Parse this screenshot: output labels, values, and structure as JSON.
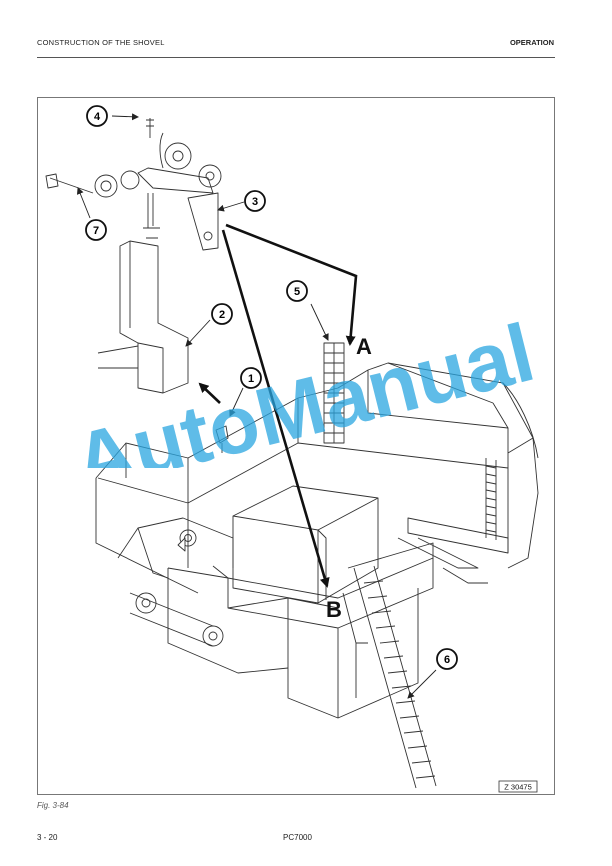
{
  "header": {
    "left": "CONSTRUCTION OF THE SHOVEL",
    "right": "OPERATION"
  },
  "figure": {
    "callouts": [
      "1",
      "2",
      "3",
      "4",
      "5",
      "6",
      "7"
    ],
    "view_labels": [
      "A",
      "B"
    ],
    "drawing_ref": "Z 30475",
    "caption": "Fig. 3-84"
  },
  "watermark": "AutoManual",
  "footer": {
    "page": "3 - 20",
    "model": "PC7000"
  },
  "colors": {
    "watermark": "#29a6e0",
    "line": "#333333",
    "arrow": "#111111"
  },
  "icons": [
    "ladder-icon",
    "crank-handle-icon",
    "winch-icon",
    "arrow-icon"
  ]
}
